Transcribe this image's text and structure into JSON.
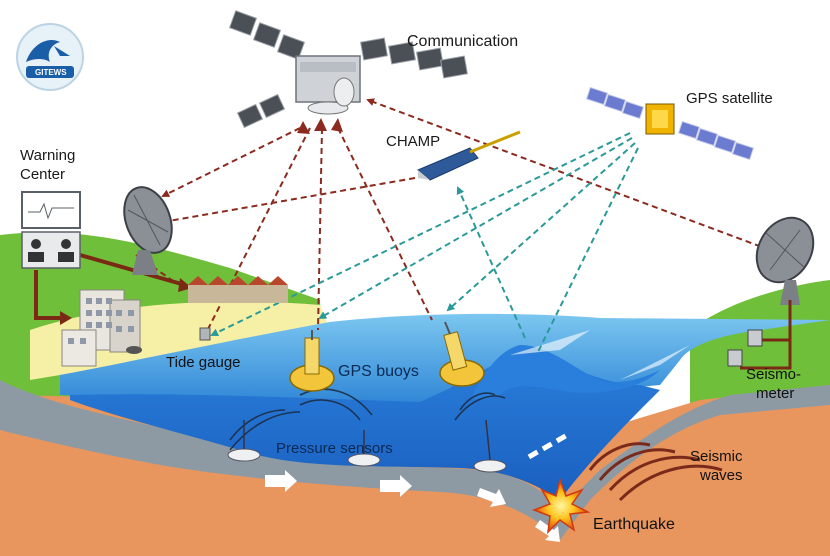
{
  "logo": {
    "text": "GITEWS",
    "icon": "wave-logo-icon"
  },
  "labels": {
    "communication": "Communication",
    "gps_satellite": "GPS satellite",
    "champ": "CHAMP",
    "warning_center_line1": "Warning",
    "warning_center_line2": "Center",
    "tide_gauge": "Tide gauge",
    "gps_buoys": "GPS buoys",
    "pressure_sensors": "Pressure sensors",
    "seismometer_line1": "Seismo-",
    "seismometer_line2": "meter",
    "seismic_waves_line1": "Seismic",
    "seismic_waves_line2": "waves",
    "earthquake": "Earthquake"
  },
  "colors": {
    "sky": "#ffffff",
    "grass": "#6fbf3a",
    "sea": "#49a6e6",
    "deep_sea": "#1e6fd0",
    "seafloor": "#8e9aa3",
    "crust": "#e8965e",
    "sand": "#f6efa6",
    "comm_link": "#8b2a1e",
    "gps_link": "#2a9a98"
  },
  "icons": [
    "communication-satellite-icon",
    "gps-satellite-icon",
    "champ-satellite-icon",
    "dish-antenna-icon",
    "building-icon",
    "gps-buoy-icon",
    "pressure-sensor-icon",
    "seismometer-icon",
    "earthquake-burst-icon",
    "tide-gauge-icon",
    "computer-icon"
  ]
}
